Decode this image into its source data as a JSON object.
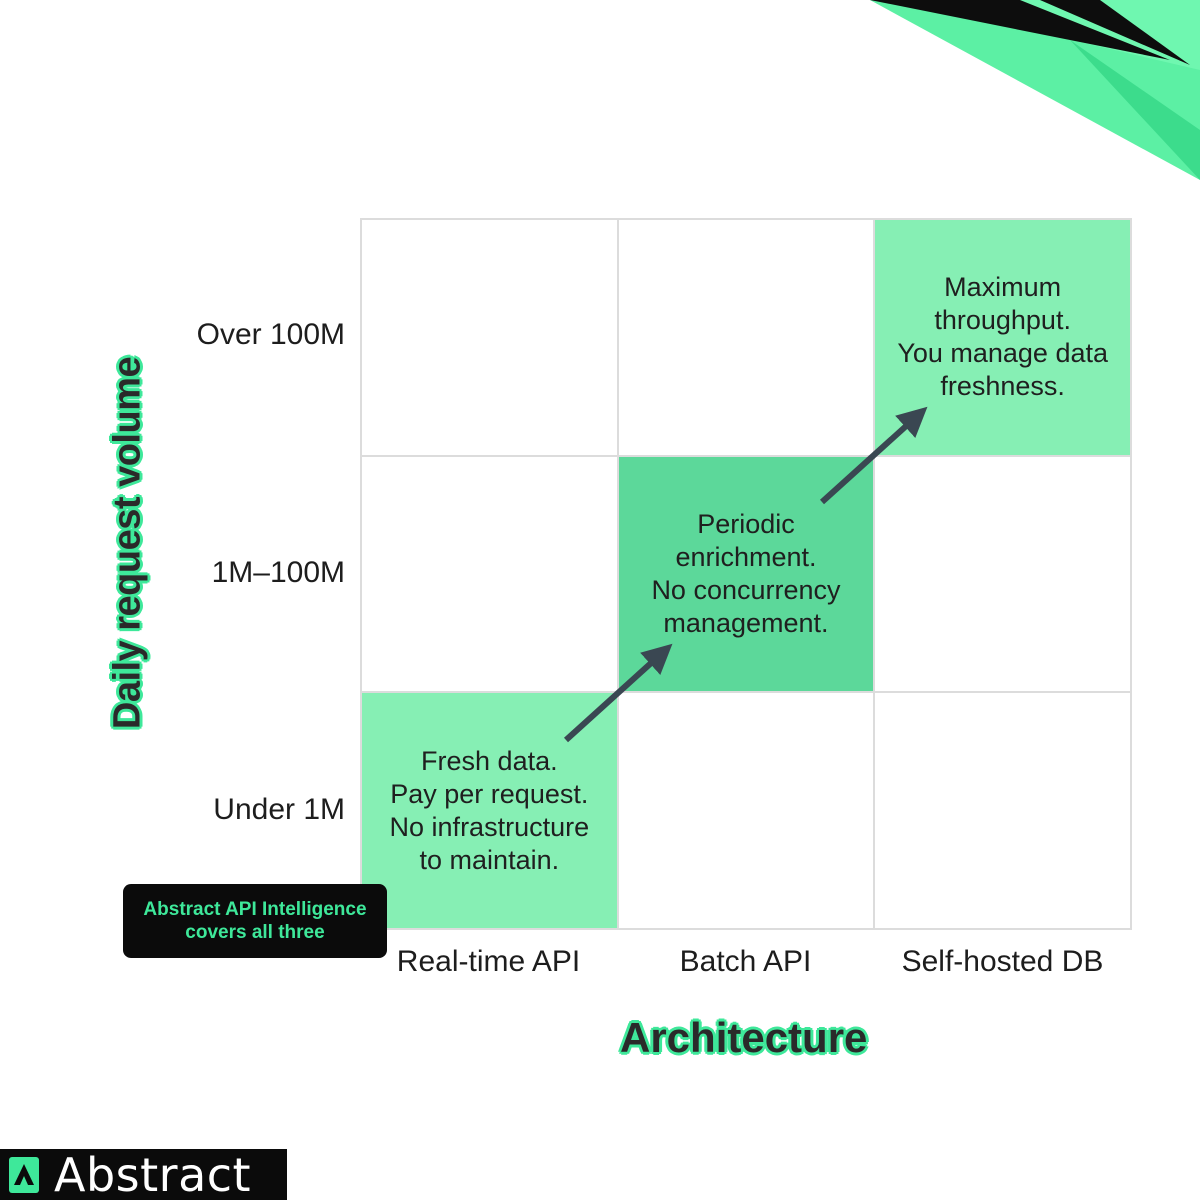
{
  "colors": {
    "accent": "#3ee89a",
    "cell_light": "#86efb4",
    "cell_mid": "#5cd89a",
    "arrow": "#3a4752",
    "badge_bg": "#0b0b0b"
  },
  "axes": {
    "y_title": "Daily request volume",
    "x_title": "Architecture",
    "rows": [
      "Over 100M",
      "1M–100M",
      "Under 1M"
    ],
    "columns": [
      "Real-time API",
      "Batch API",
      "Self-hosted DB"
    ]
  },
  "cells": [
    [
      "",
      "",
      "Maximum\nthroughput.\nYou manage data\nfreshness."
    ],
    [
      "",
      "Periodic\nenrichment.\nNo concurrency\nmanagement.",
      ""
    ],
    [
      "Fresh data.\nPay per request.\nNo infrastructure\nto maintain.",
      "",
      ""
    ]
  ],
  "badge": "Abstract API Intelligence covers all three",
  "logo": {
    "text": "Abstract",
    "icon": "abstract-logo-icon"
  }
}
